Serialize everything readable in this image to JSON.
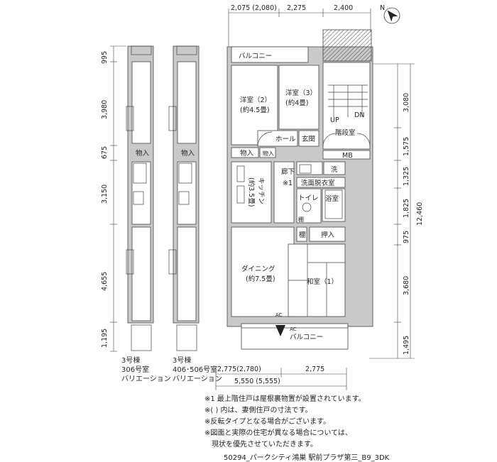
{
  "dimensions": {
    "top": [
      "2,075 (2,080)",
      "2,275",
      "2,400"
    ],
    "left": [
      "995",
      "3,980",
      "675",
      "3,150",
      "4,655",
      "1,195"
    ],
    "right_inner": [
      "3,080",
      "1,575",
      "1,325",
      "1,825",
      "975",
      "3,680",
      "1,495"
    ],
    "right_total": "12,460",
    "bottom_row1": [
      "2,775(2,780)",
      "2,775"
    ],
    "bottom_total": "5,550 (5,555)"
  },
  "rooms": {
    "balcony_top": "バルコニー",
    "western2": "洋室（2）",
    "western2_size": "(約4.5畳)",
    "western3": "洋室（3）",
    "western3_size": "(約4畳)",
    "hall": "ホール",
    "entrance": "玄関",
    "stairwell": "階段室",
    "up": "UP",
    "dn": "DN",
    "storage1": "物入",
    "storage2": "物入",
    "storage3": "物入",
    "storage4": "物入",
    "mb": "MB",
    "corridor": "廊下",
    "note_mark": "※1",
    "kitchen": "キッチン",
    "kitchen_size": "(約3.5畳)",
    "wash_label": "洗",
    "washroom": "洗面脱衣室",
    "toilet": "トイレ",
    "bath": "浴室",
    "shelf1": "棚",
    "shelf2": "棚",
    "closet": "押入",
    "dining": "ダイニング",
    "dining_size": "(約7.5畳)",
    "japanese": "和室（1）",
    "ac1": "AC",
    "ac2": "AC",
    "balcony_bottom": "バルコニー"
  },
  "compass": {
    "label": "N"
  },
  "variations": [
    {
      "line1": "3号棟",
      "line2": "306号室",
      "line3": "バリエーション"
    },
    {
      "line1": "3号棟",
      "line2": "406･506号室",
      "line3": "バリエーション"
    }
  ],
  "notes": [
    "※1 最上階住戸は屋根裏物置が設置されています。",
    "※( ) 内は、妻側住戸の寸法です。",
    "※反転タイプとなる場合がございます。",
    "※図面と実際の住宅が異なる場合については、",
    "　現状を優先させていただきます。"
  ],
  "footer": "50294_パークシティ鴻巣 駅前プラザ第三_B9_3DK"
}
